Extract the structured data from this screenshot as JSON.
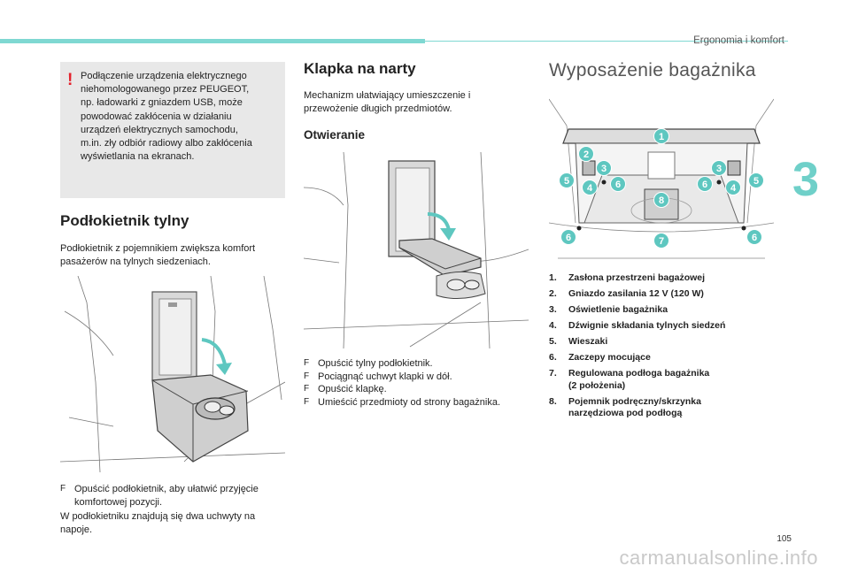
{
  "header": {
    "section_title": "Ergonomia i komfort",
    "chapter_number": "3",
    "page_number": "105",
    "watermark": "carmanualsonline.info"
  },
  "warning": {
    "mark": "!",
    "text": "Podłączenie urządzenia elektrycznego\nniehomologowanego przez PEUGEOT,\nnp. ładowarki z gniazdem USB, może\npowodować zakłócenia w działaniu\nurządzeń elektrycznych samochodu,\nm.in. zły odbiór radiowy albo zakłócenia\nwyświetlania na ekranach."
  },
  "armrest": {
    "title": "Podłokietnik tylny",
    "intro": "Podłokietnik z pojemnikiem zwiększa komfort\npasażerów na tylnych siedzeniach.",
    "bullet_glyph": "F",
    "bullet": "Opuścić podłokietnik, aby ułatwić przyjęcie\nkomfortowej pozycji.",
    "note": "W podłokietniku znajdują się dwa uchwyty na\nnapoje."
  },
  "ski_hatch": {
    "title": "Klapka na narty",
    "intro": "Mechanizm ułatwiający umieszczenie i\nprzewożenie długich przedmiotów.",
    "subtitle": "Otwieranie",
    "bullet_glyph": "F",
    "steps": [
      "Opuścić tylny podłokietnik.",
      "Pociągnąć uchwyt klapki w dół.",
      "Opuścić klapkę.",
      "Umieścić przedmioty od strony bagażnika."
    ]
  },
  "boot": {
    "title": "Wyposażenie bagażnika",
    "legend": [
      {
        "num": "1.",
        "label": "Zasłona przestrzeni bagażowej"
      },
      {
        "num": "2.",
        "label": "Gniazdo zasilania 12 V (120 W)"
      },
      {
        "num": "3.",
        "label": "Oświetlenie bagażnika"
      },
      {
        "num": "4.",
        "label": "Dźwignie składania tylnych siedzeń"
      },
      {
        "num": "5.",
        "label": "Wieszaki"
      },
      {
        "num": "6.",
        "label": "Zaczepy mocujące"
      },
      {
        "num": "7.",
        "label": "Regulowana podłoga bagażnika\n(2 położenia)"
      },
      {
        "num": "8.",
        "label": "Pojemnik podręczny/skrzynka\nnarzędziowa pod podłogą"
      }
    ],
    "callouts": [
      "1",
      "2",
      "3",
      "3",
      "4",
      "4",
      "5",
      "5",
      "6",
      "6",
      "6",
      "6",
      "7",
      "8"
    ],
    "callout_color": "#5ec7c0"
  }
}
